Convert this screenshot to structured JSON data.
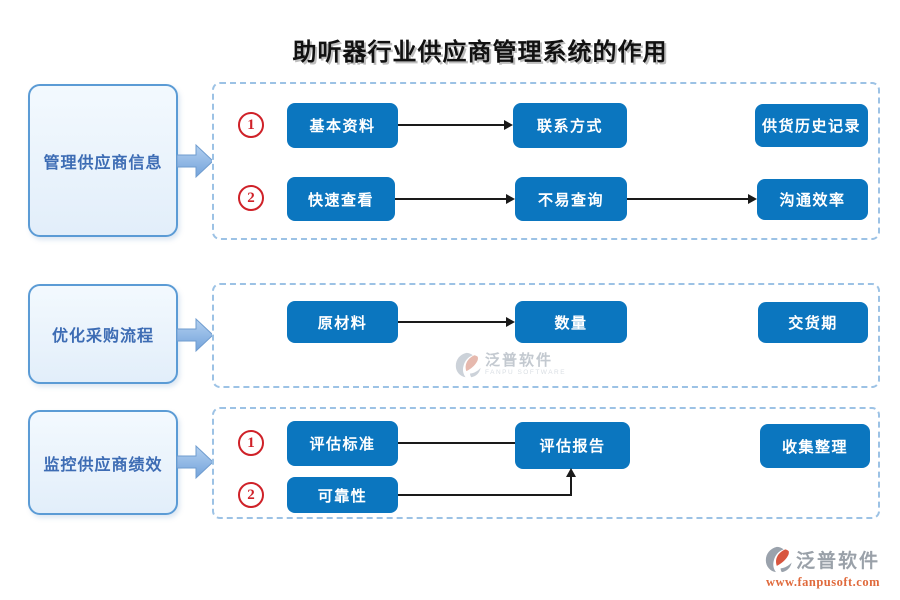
{
  "title": "助听器行业供应商管理系统的作用",
  "rows": [
    {
      "label": "管理供应商信息",
      "lines": [
        {
          "num": "1",
          "nodes": [
            "基本资料",
            "联系方式",
            "供货历史记录"
          ]
        },
        {
          "num": "2",
          "nodes": [
            "快速查看",
            "不易查询",
            "沟通效率"
          ]
        }
      ]
    },
    {
      "label": "优化采购流程",
      "lines": [
        {
          "nodes": [
            "原材料",
            "数量",
            "交货期"
          ]
        }
      ]
    },
    {
      "label": "监控供应商绩效",
      "lines": [
        {
          "num": "1",
          "nodes": [
            "评估标准",
            "评估报告",
            "收集整理"
          ]
        },
        {
          "num": "2",
          "nodes": [
            "可靠性"
          ]
        }
      ]
    }
  ],
  "watermark": {
    "name": "泛普软件",
    "subtitle": "FANPU SOFTWARE"
  },
  "footer": {
    "brand": "泛普软件",
    "website": "www.fanpusoft.com"
  },
  "colors": {
    "node_blue": "#0b76bf",
    "box_border": "#5b9bd5",
    "label_blue": "#3d6cb4",
    "panel_dash": "#9cc2e5",
    "step_red": "#cf2128",
    "flow_arrow": "#8ab3e0",
    "footer_orange": "#e06a3c"
  }
}
